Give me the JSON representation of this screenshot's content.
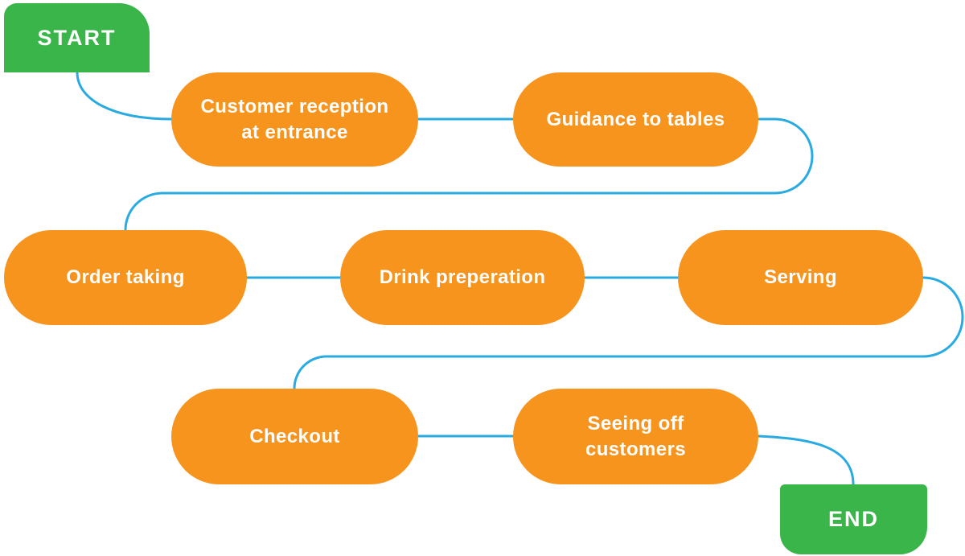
{
  "colors": {
    "process_fill": "#F7941E",
    "terminal_fill": "#39B54A",
    "connector": "#29ABE2",
    "label_text": "#FFFFFF"
  },
  "nodes": {
    "start": {
      "type": "terminal",
      "label": "START",
      "lines": [
        "START"
      ]
    },
    "reception": {
      "type": "process",
      "label": "Customer reception at entrance",
      "lines": [
        "Customer reception",
        "at entrance"
      ]
    },
    "guidance": {
      "type": "process",
      "label": "Guidance to tables",
      "lines": [
        "Guidance to tables"
      ]
    },
    "order": {
      "type": "process",
      "label": "Order taking",
      "lines": [
        "Order taking"
      ]
    },
    "drink": {
      "type": "process",
      "label": "Drink preperation",
      "lines": [
        "Drink preperation"
      ]
    },
    "serving": {
      "type": "process",
      "label": "Serving",
      "lines": [
        "Serving"
      ]
    },
    "checkout": {
      "type": "process",
      "label": "Checkout",
      "lines": [
        "Checkout"
      ]
    },
    "seeing_off": {
      "type": "process",
      "label": "Seeing off customers",
      "lines": [
        "Seeing off",
        "customers"
      ]
    },
    "end": {
      "type": "terminal",
      "label": "END",
      "lines": [
        "END"
      ]
    }
  },
  "edges": [
    "start -> reception",
    "reception -> guidance",
    "guidance -> order",
    "order -> drink",
    "drink -> serving",
    "serving -> checkout",
    "checkout -> seeing_off",
    "seeing_off -> end"
  ]
}
